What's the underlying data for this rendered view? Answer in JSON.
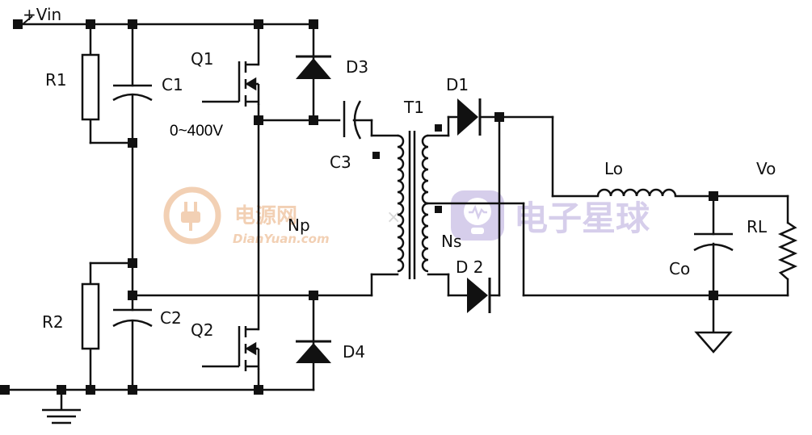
{
  "diagram": {
    "labels": {
      "vin": "+Vin",
      "r1": "R1",
      "c1": "C1",
      "q1": "Q1",
      "d3": "D3",
      "c3": "C3",
      "t1": "T1",
      "d1": "D1",
      "np": "Np",
      "ns": "Ns",
      "d2": "D 2",
      "lo": "Lo",
      "vo": "Vo",
      "rl": "RL",
      "co": "Co",
      "r2": "R2",
      "c2": "C2",
      "q2": "Q2",
      "d4": "D4",
      "voltage": "0~400V"
    },
    "watermarks": {
      "left_cn": "电源网",
      "left_en": "DianYuan.com",
      "separator": "×",
      "right_cn": "电子星球"
    },
    "colors": {
      "wire": "#111111",
      "watermark_orange": "#f0c8a8",
      "watermark_purple": "#cfc6e8"
    }
  }
}
